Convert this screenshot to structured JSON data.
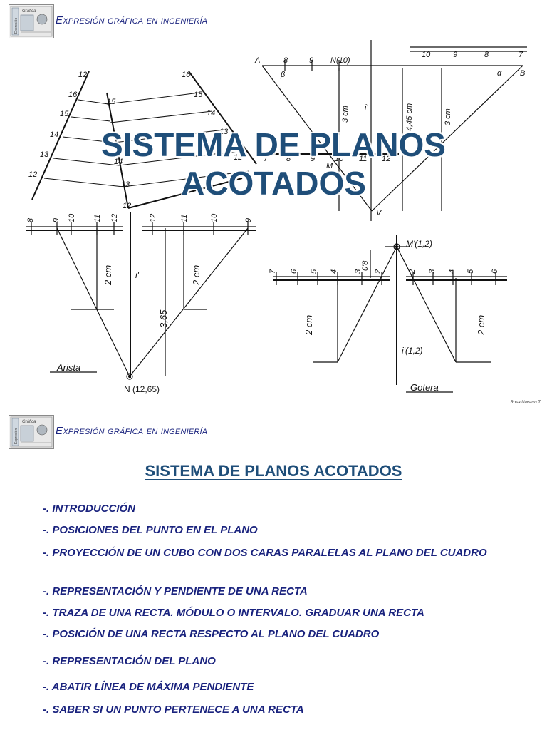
{
  "header": {
    "course_title": "Expresión gráfica en ingeniería",
    "logo_text": "Gráfica",
    "logo_vertical_text": "Expresión"
  },
  "slide1": {
    "title_line1": "SISTEMA DE PLANOS",
    "title_line2": "ACOTADOS",
    "credit": "Rosa Navarro T.",
    "drawing_labels": {
      "arista": "Arista",
      "gotera": "Gotera",
      "point_n": "N (12,65)",
      "point_n10": "N(10)",
      "point_m12": "M'(1,2)",
      "line_i12": "i'(1,2)",
      "point_a": "A",
      "point_b": "B",
      "point_m": "M",
      "point_v": "V",
      "beta": "β",
      "alpha": "α",
      "i_prime": "i'",
      "dim_3cm": "3 cm",
      "dim_445": "4,45 cm",
      "dim_2cm": "2 cm",
      "dim_365": "3,65",
      "dim_08": "0'8",
      "scale_top_left": [
        "8",
        "9"
      ],
      "scale_top_right": [
        "10",
        "9",
        "8",
        "7"
      ],
      "scale_mid": [
        "7",
        "8",
        "9",
        "10",
        "11",
        "12"
      ],
      "scale_left_a": [
        "8",
        "9",
        "10",
        "11",
        "12"
      ],
      "scale_left_b": [
        "12",
        "11",
        "10",
        "9"
      ],
      "scale_right_a": [
        "7",
        "6",
        "5",
        "4",
        "3",
        "2"
      ],
      "scale_right_b": [
        "2",
        "3",
        "4",
        "5",
        "6"
      ],
      "roof_left": [
        "12",
        "16",
        "15",
        "14",
        "13",
        "12"
      ],
      "roof_right": [
        "16",
        "15",
        "14",
        "13",
        "12"
      ],
      "roof_center": [
        "15",
        "14",
        "13",
        "12"
      ]
    }
  },
  "slide2": {
    "title": "SISTEMA DE PLANOS ACOTADOS",
    "items": [
      "-. INTRODUCCIÓN",
      "-. POSICIONES DEL PUNTO EN EL PLANO",
      "-. PROYECCIÓN DE UN CUBO CON DOS CARAS PARALELAS AL PLANO DEL CUADRO",
      "-. REPRESENTACIÓN Y PENDIENTE DE UNA RECTA",
      "-. TRAZA DE UNA RECTA. MÓDULO O INTERVALO. GRADUAR UNA RECTA",
      "-. POSICIÓN DE UNA RECTA RESPECTO AL PLANO DEL CUADRO",
      "-. REPRESENTACIÓN DEL PLANO",
      "-. ABATIR LÍNEA DE MÁXIMA PENDIENTE",
      "-. SABER SI UN PUNTO PERTENECE A UNA RECTA"
    ]
  }
}
